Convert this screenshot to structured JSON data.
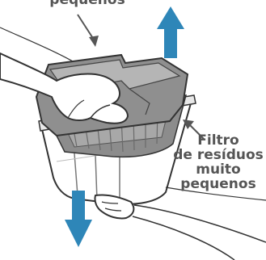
{
  "labels": {
    "top_partial": "pequenos",
    "right_callout": [
      "Filtro",
      "de resíduos",
      "muito",
      "pequenos"
    ]
  },
  "colors": {
    "arrow_blue": "#2e86b8",
    "label_gray": "#555555",
    "filter_gray": "#8c8c8c",
    "outline": "#333333"
  },
  "icons": [
    "arrow-up-icon",
    "arrow-down-icon"
  ]
}
